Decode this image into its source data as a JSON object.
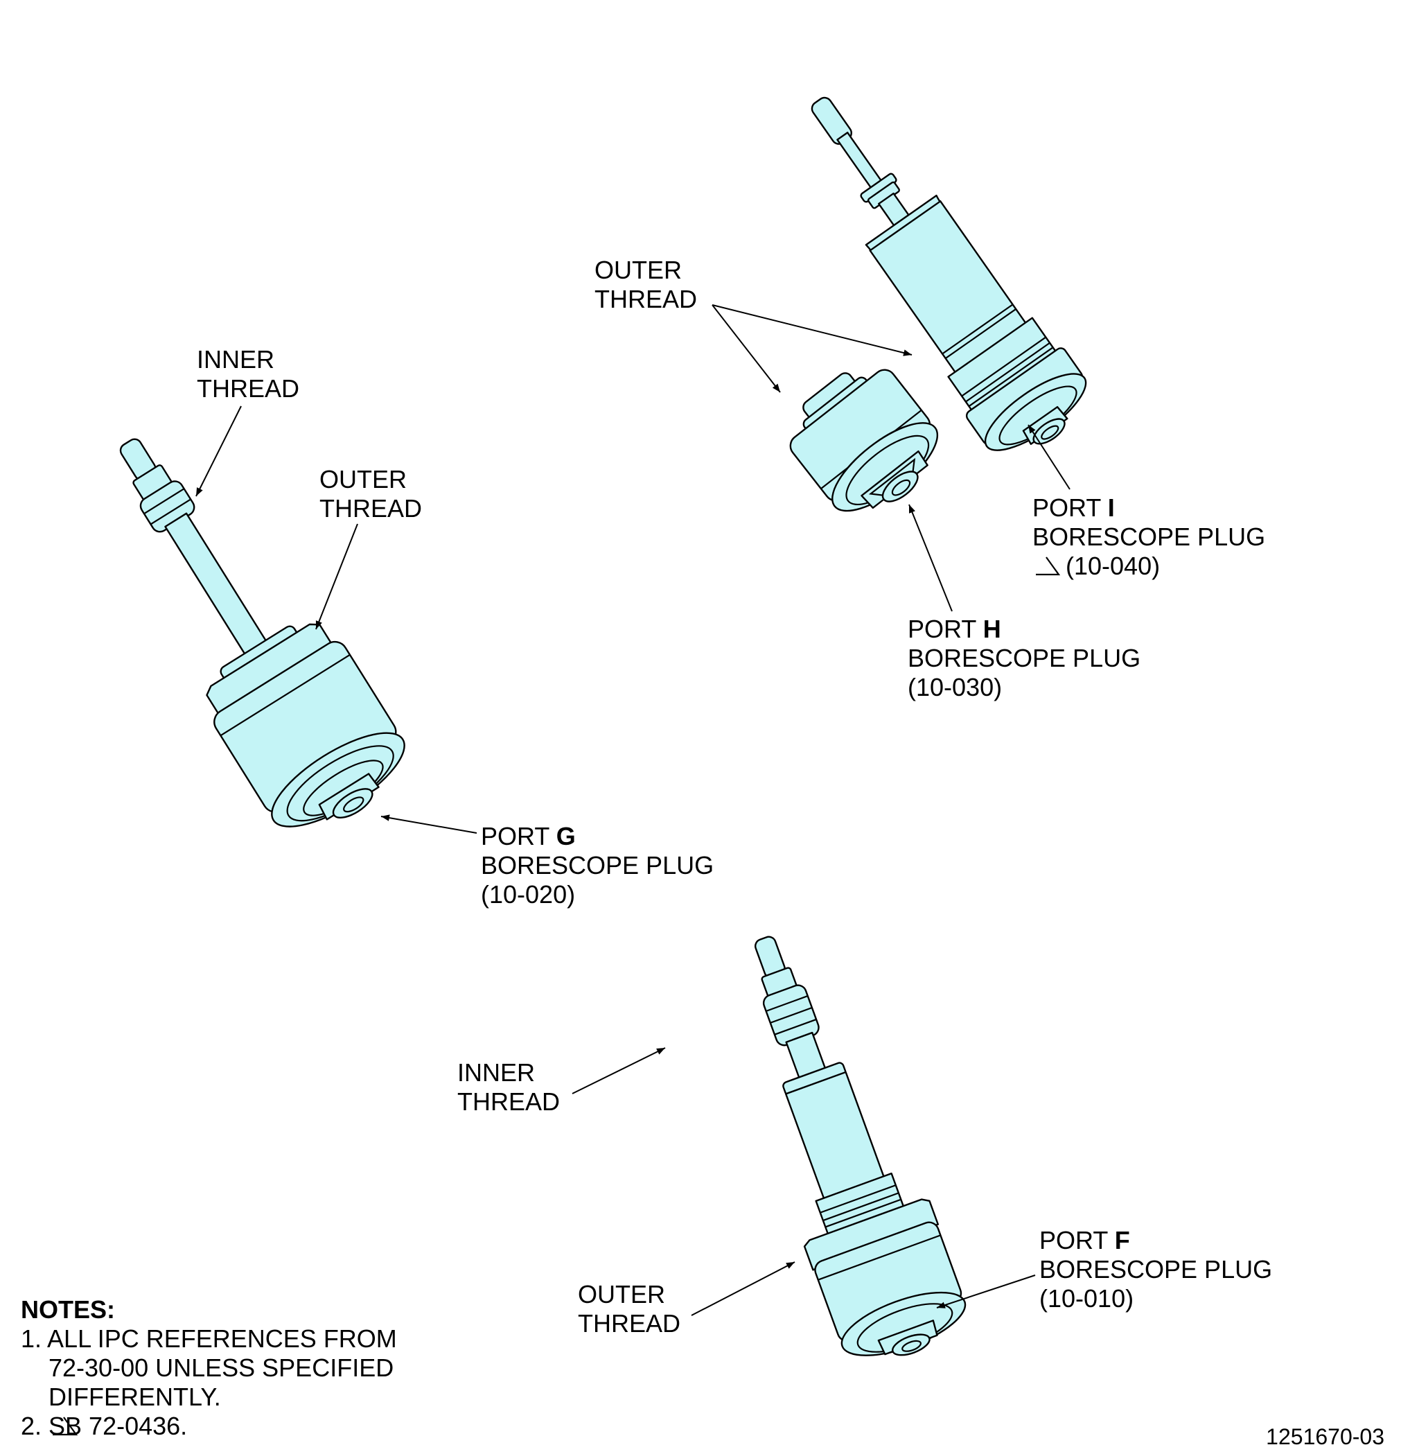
{
  "colors": {
    "part_fill": "#c4f4f6",
    "line": "#000000"
  },
  "labels": {
    "outer_thread_top": [
      "OUTER",
      "THREAD"
    ],
    "inner_thread_g": [
      "INNER",
      "THREAD"
    ],
    "outer_thread_g": [
      "OUTER",
      "THREAD"
    ],
    "port_i": {
      "prefix": "PORT ",
      "letter": "I",
      "line2": "BORESCOPE PLUG",
      "ref": "(10-040)"
    },
    "port_h": {
      "prefix": "PORT ",
      "letter": "H",
      "line2": "BORESCOPE PLUG",
      "ref": "(10-030)"
    },
    "port_g": {
      "prefix": "PORT ",
      "letter": "G",
      "line2": "BORESCOPE PLUG",
      "ref": "(10-020)"
    },
    "inner_thread_f": [
      "INNER",
      "THREAD"
    ],
    "outer_thread_f": [
      "OUTER",
      "THREAD"
    ],
    "port_f": {
      "prefix": "PORT ",
      "letter": "F",
      "line2": "BORESCOPE PLUG",
      "ref": "(10-010)"
    }
  },
  "notes": {
    "title": "NOTES:",
    "n1": [
      "1. ALL IPC REFERENCES FROM",
      "72-30-00 UNLESS SPECIFIED",
      "DIFFERENTLY."
    ],
    "n2": "2.    SB 72-0436."
  },
  "figure_number": "1251670-03"
}
